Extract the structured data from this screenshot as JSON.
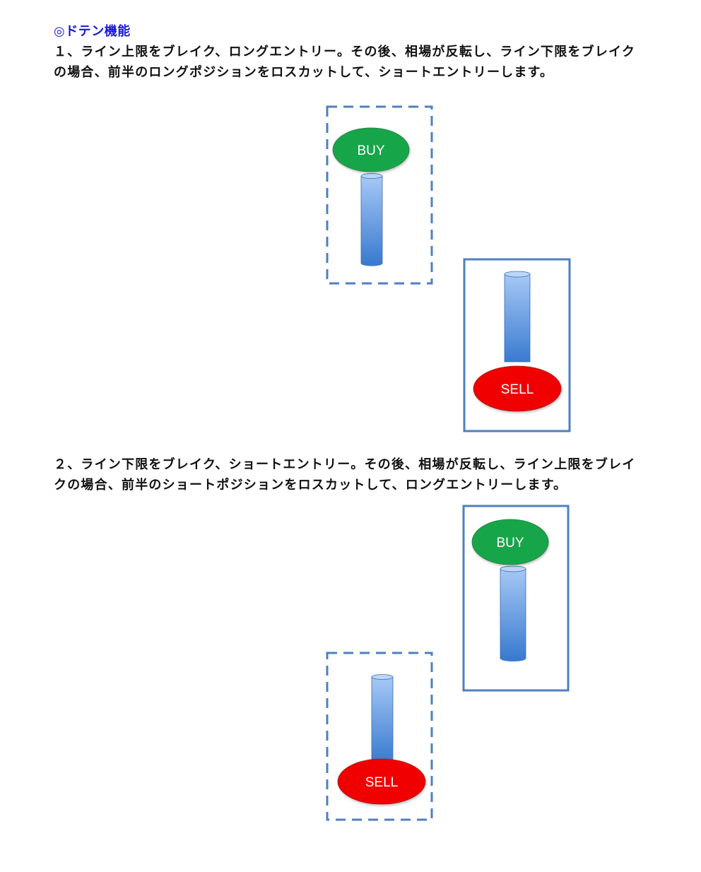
{
  "title": "◎ドテン機能",
  "sections": [
    {
      "text": "１、ライン上限をブレイク、ロングエントリー。その後、相場が反転し、ライン下限をブレイクの場合、前半のロングポジションをロスカットして、ショートエントリーします。",
      "first_signal": "BUY",
      "second_signal": "SELL"
    },
    {
      "text": "２、ライン下限をブレイク、ショートエントリー。その後、相場が反転し、ライン上限をブレイクの場合、前半のショートポジションをロスカットして、ロングエントリーします。",
      "first_signal": "SELL",
      "second_signal": "BUY"
    }
  ],
  "colors": {
    "title": "#1a1ad6",
    "upper_line": "#f2b418",
    "lower_line": "#4f7fbf",
    "box_border": "#4f7fbf",
    "buy": "#14a64a",
    "sell": "#f00000"
  }
}
